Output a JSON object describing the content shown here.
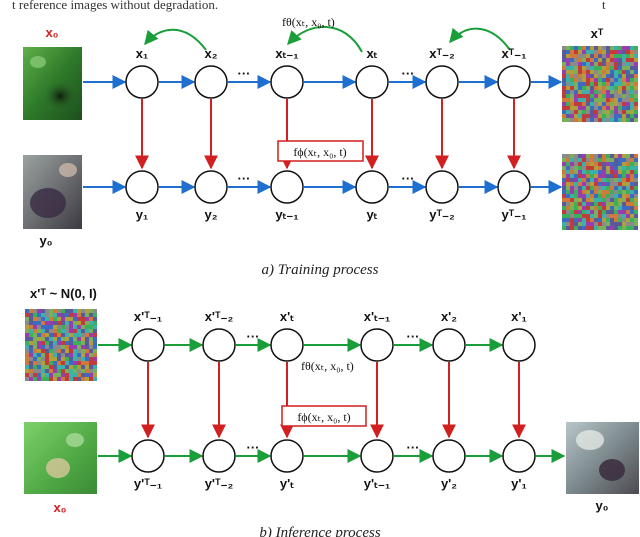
{
  "header_fragment": "t  reference  images  without  degradation.",
  "header_right_mark": "t",
  "ellipsis": "···",
  "colors": {
    "blue_arrow": "#1f6fd1",
    "green_arrow": "#1a9e3a",
    "red_arrow": "#d21f1f",
    "box_border": "#d21f1f"
  },
  "training": {
    "x0_label": "x₀",
    "y0_label": "y₀",
    "xT_label": "xᵀ",
    "x_nodes": [
      "x₁",
      "x₂",
      "xₜ₋₁",
      "xₜ",
      "xᵀ₋₂",
      "xᵀ₋₁"
    ],
    "y_nodes": [
      "y₁",
      "y₂",
      "yₜ₋₁",
      "yₜ",
      "yᵀ₋₂",
      "yᵀ₋₁"
    ],
    "f_theta": "fθ(xₜ, x₀, t)",
    "f_phi": "fϕ(xₜ, x₀, t)",
    "caption": "a)    Training process"
  },
  "inference": {
    "noise_label": "x'ᵀ ~ N(0, I)",
    "x0_label": "x₀",
    "y0_label": "y₀",
    "x_nodes": [
      "x'ᵀ₋₁",
      "x'ᵀ₋₂",
      "x'ₜ",
      "x'ₜ₋₁",
      "x'₂",
      "x'₁"
    ],
    "y_nodes": [
      "y'ᵀ₋₁",
      "y'ᵀ₋₂",
      "y'ₜ",
      "y'ₜ₋₁",
      "y'₂",
      "y'₁"
    ],
    "f_theta": "fθ(xₜ, x₀, t)",
    "f_phi": "fϕ(xₜ, x₀, t)",
    "caption": "b)    Inference process"
  }
}
